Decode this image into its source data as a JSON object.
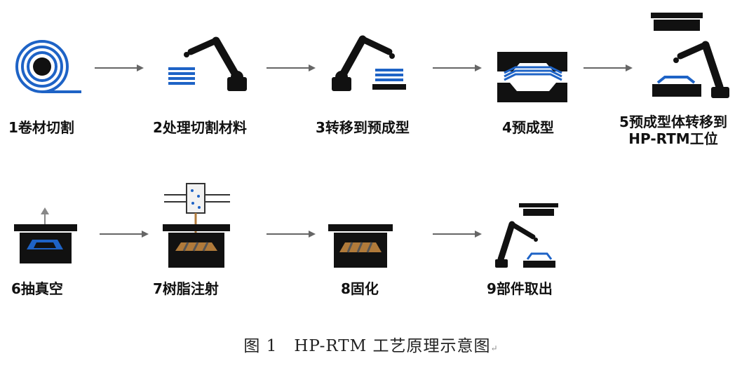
{
  "steps": [
    {
      "id": 1,
      "label": "1卷材切割",
      "icon": "fabric-roll-icon"
    },
    {
      "id": 2,
      "label": "2处理切割材料",
      "icon": "robot-arm-stack-icon"
    },
    {
      "id": 3,
      "label": "3转移到预成型",
      "icon": "robot-arm-transfer-icon"
    },
    {
      "id": 4,
      "label": "4预成型",
      "icon": "preform-press-icon"
    },
    {
      "id": 5,
      "label_line1": "5预成型体转移到",
      "label_line2": "HP-RTM工位",
      "icon": "robot-arm-mold-icon"
    },
    {
      "id": 6,
      "label": "6抽真空",
      "icon": "vacuum-mold-icon"
    },
    {
      "id": 7,
      "label": "7树脂注射",
      "icon": "resin-injection-icon"
    },
    {
      "id": 8,
      "label": "8固化",
      "icon": "curing-mold-icon"
    },
    {
      "id": 9,
      "label": "9部件取出",
      "icon": "robot-arm-demold-icon"
    }
  ],
  "caption": "图 1　HP-RTM 工艺原理示意图",
  "colors": {
    "dark": "#111111",
    "blue": "#1e63c6",
    "gray": "#666666",
    "resin": "#b07a3a"
  }
}
